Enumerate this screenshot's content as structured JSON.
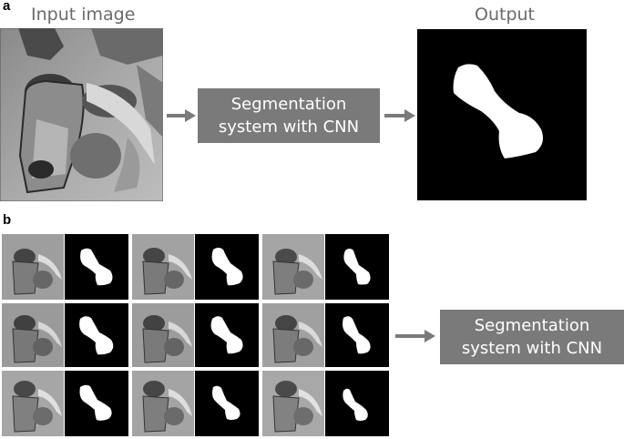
{
  "panel_a": {
    "letter": "a",
    "input_caption": "Input image",
    "output_caption": "Output",
    "system_line1": "Segmentation",
    "system_line2": "system with CNN"
  },
  "panel_b": {
    "letter": "b",
    "system_line1": "Segmentation",
    "system_line2": "system with CNN"
  },
  "colors": {
    "box": "#7a7a7a",
    "arrow": "#7a7a7a",
    "mask_bg": "#000000",
    "mask_fg": "#ffffff"
  },
  "grid": {
    "rows": 3,
    "pairs_per_row": 3
  }
}
